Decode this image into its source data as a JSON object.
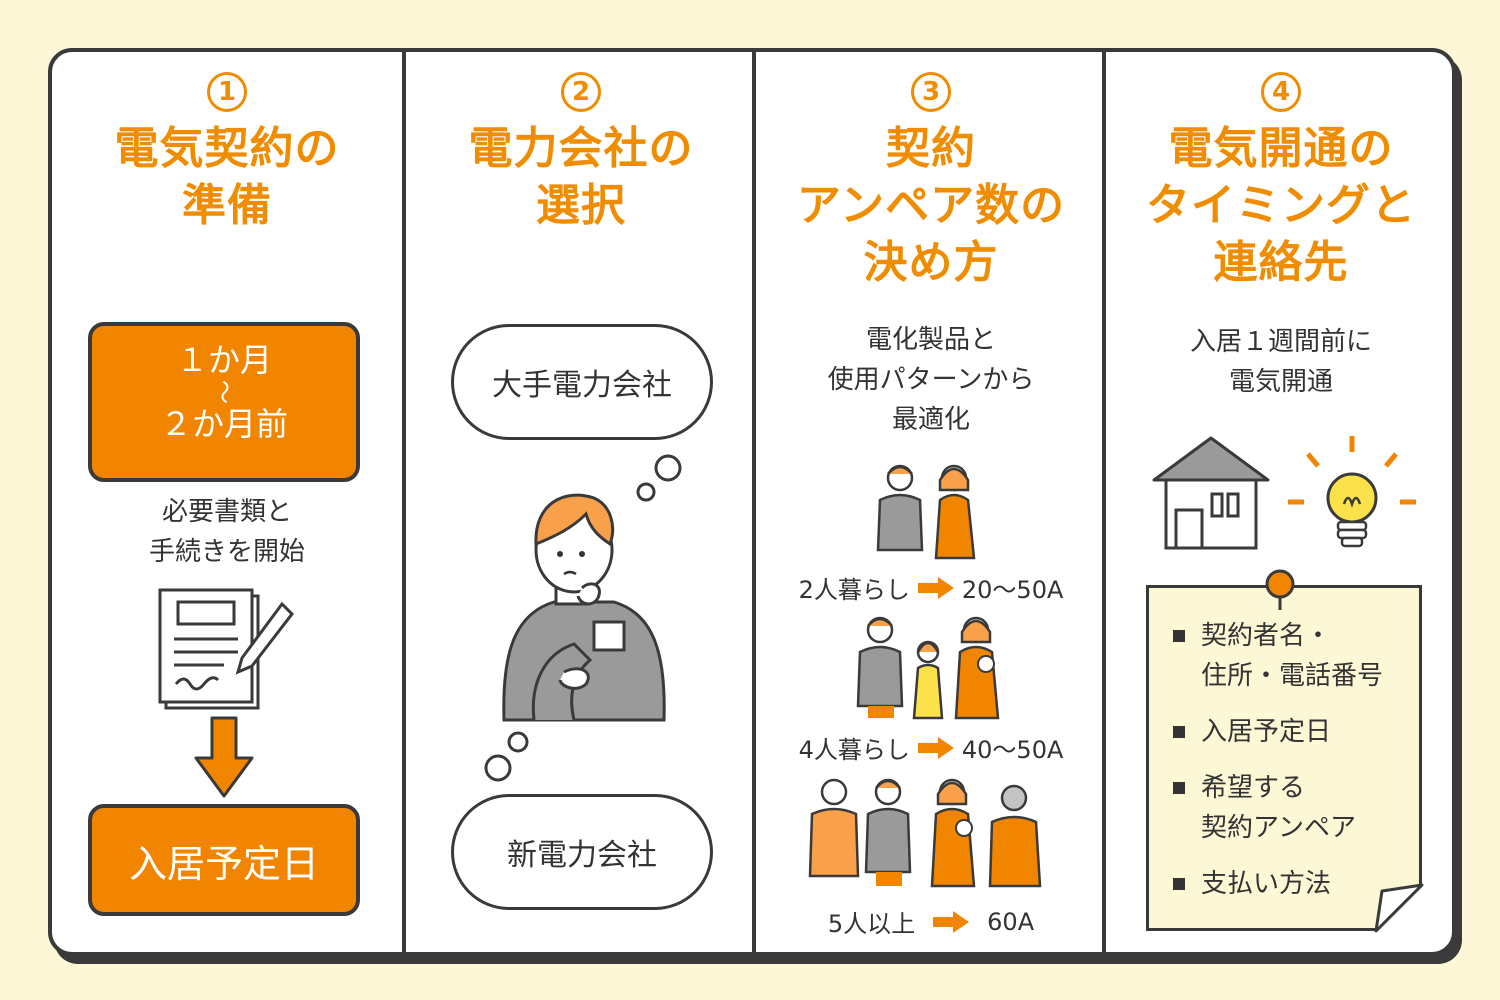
{
  "columns": [
    {
      "number": "1",
      "title": [
        "電気契約の",
        "準備"
      ],
      "period": {
        "line1": "１か月",
        "sep": "〜",
        "line2": "２か月前"
      },
      "body": [
        "必要書類と",
        "手続きを開始"
      ],
      "goal": "入居予定日"
    },
    {
      "number": "2",
      "title": [
        "電力会社の",
        "選択"
      ],
      "option_top": "大手電力会社",
      "option_bottom": "新電力会社"
    },
    {
      "number": "3",
      "title": [
        "契約",
        "アンペア数の",
        "決め方"
      ],
      "body": [
        "電化製品と",
        "使用パターンから",
        "最適化"
      ],
      "households": [
        {
          "label": "2人暮らし",
          "ampere": "20〜50A"
        },
        {
          "label": "4人暮らし",
          "ampere": "40〜50A"
        },
        {
          "label": "5人以上",
          "ampere": "60A"
        }
      ]
    },
    {
      "number": "4",
      "title": [
        "電気開通の",
        "タイミングと",
        "連絡先"
      ],
      "body": [
        "入居１週間前に",
        "電気開通"
      ],
      "checklist": [
        [
          "契約者名・",
          "住所・電話番号"
        ],
        [
          "入居予定日"
        ],
        [
          "希望する",
          "契約アンペア"
        ],
        [
          "支払い方法"
        ]
      ]
    }
  ],
  "colors": {
    "accent": "#f08c00",
    "line": "#3a3a3a",
    "background": "#fdf7d8",
    "gray": "#9a9a9a",
    "yellow": "#fbe14a"
  },
  "icons": [
    "document-pen-icon",
    "down-arrow-icon",
    "thinking-person-icon",
    "thought-bubble-icon",
    "family-icon",
    "right-arrow-icon",
    "house-icon",
    "light-bulb-icon",
    "note-pin-icon"
  ]
}
